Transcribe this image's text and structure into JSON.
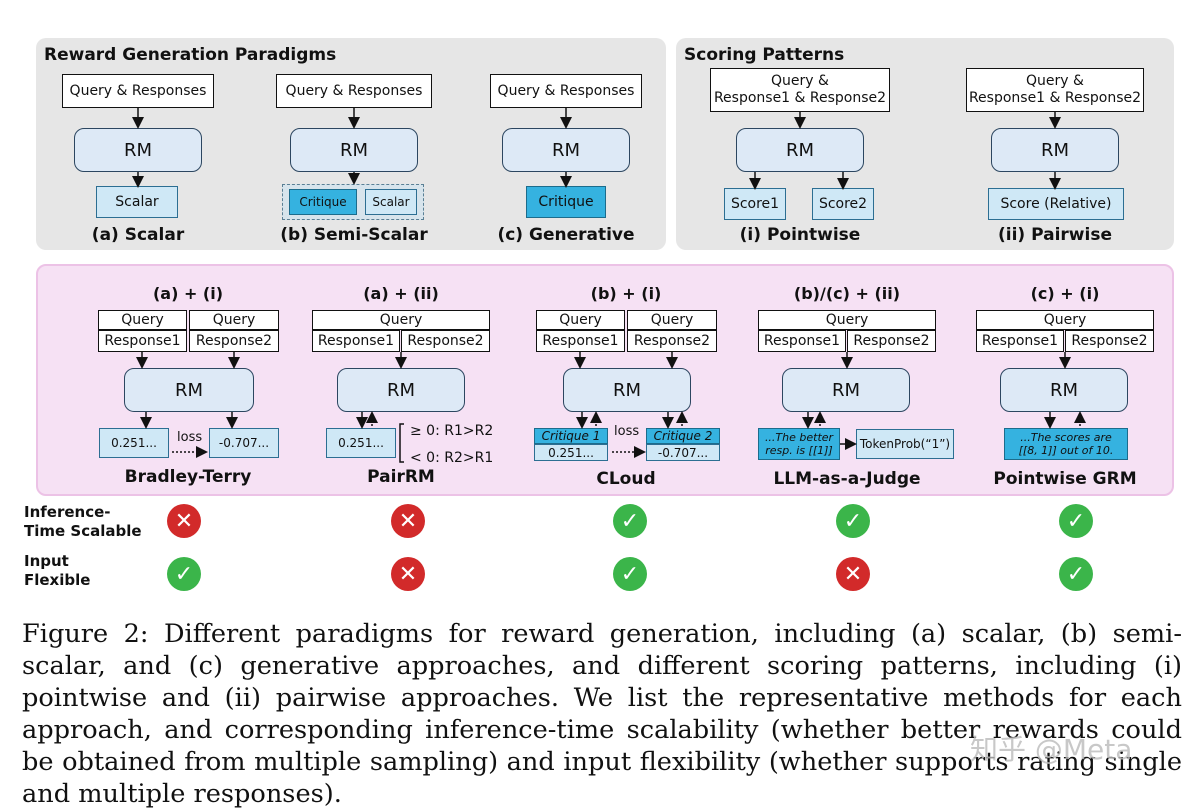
{
  "left_panel": {
    "title": "Reward Generation Paradigms",
    "col_a": {
      "input": "Query & Responses",
      "model": "RM",
      "output": "Scalar",
      "label": "(a) Scalar"
    },
    "col_b": {
      "input": "Query & Responses",
      "model": "RM",
      "out1": "Critique",
      "out2": "Scalar",
      "label": "(b) Semi-Scalar"
    },
    "col_c": {
      "input": "Query & Responses",
      "model": "RM",
      "output": "Critique",
      "label": "(c) Generative"
    }
  },
  "right_panel": {
    "title": "Scoring Patterns",
    "col_i": {
      "input_line1": "Query &",
      "input_line2": "Response1 & Response2",
      "model": "RM",
      "out1": "Score1",
      "out2": "Score2",
      "label": "(i) Pointwise"
    },
    "col_ii": {
      "input_line1": "Query &",
      "input_line2": "Response1 & Response2",
      "model": "RM",
      "output": "Score (Relative)",
      "label": "(ii) Pairwise"
    }
  },
  "methods": [
    {
      "combo": "(a) + (i)",
      "name": "Bradley-Terry",
      "q1": "Query",
      "q2": "Query",
      "r1": "Response1",
      "r2": "Response2",
      "model": "RM",
      "v1": "0.251...",
      "v2": "-0.707...",
      "mid": "loss"
    },
    {
      "combo": "(a) + (ii)",
      "name": "PairRM",
      "q": "Query",
      "r1": "Response1",
      "r2": "Response2",
      "model": "RM",
      "v1": "0.251...",
      "cond1": "≥ 0: R1>R2",
      "cond2": "< 0: R2>R1"
    },
    {
      "combo": "(b) + (i)",
      "name": "CLoud",
      "q1": "Query",
      "q2": "Query",
      "r1": "Response1",
      "r2": "Response2",
      "model": "RM",
      "c1": "Critique 1",
      "c2": "Critique 2",
      "v1": "0.251...",
      "v2": "-0.707...",
      "mid": "loss"
    },
    {
      "combo": "(b)/(c) + (ii)",
      "name": "LLM-as-a-Judge",
      "q": "Query",
      "r1": "Response1",
      "r2": "Response2",
      "model": "RM",
      "crit_line1": "...The better",
      "crit_line2": "resp. is [[1]]",
      "tp": "TokenProb(“1”)"
    },
    {
      "combo": "(c) + (i)",
      "name": "Pointwise GRM",
      "q": "Query",
      "r1": "Response1",
      "r2": "Response2",
      "model": "RM",
      "crit_line1": "...The scores are",
      "crit_line2": "[[8, 1]] out of 10."
    }
  ],
  "rows": {
    "scalable_line1": "Inference-",
    "scalable_line2": "Time Scalable",
    "flexible_line1": "Input",
    "flexible_line2": "Flexible",
    "check_glyph": "✓",
    "cross_glyph": "✕"
  },
  "caption": "Figure 2: Different paradigms for reward generation, including (a) scalar, (b) semi-scalar, and (c) generative approaches, and different scoring patterns, including (i) pointwise and (ii) pairwise approaches. We list the representative methods for each approach, and corresponding inference-time scalability (whether better rewards could be obtained from multiple sampling) and input flexibility (whether supports rating single and multiple responses).",
  "watermark": "知乎 @Meta",
  "colors": {
    "gray_panel": "#e6e6e6",
    "pink_panel": "#f6e1f4",
    "rm_fill": "#dde9f6",
    "light_out": "#cfe8f6",
    "dark_out": "#35b2e0",
    "yes": "#3bb54a",
    "no": "#d22a2a"
  }
}
